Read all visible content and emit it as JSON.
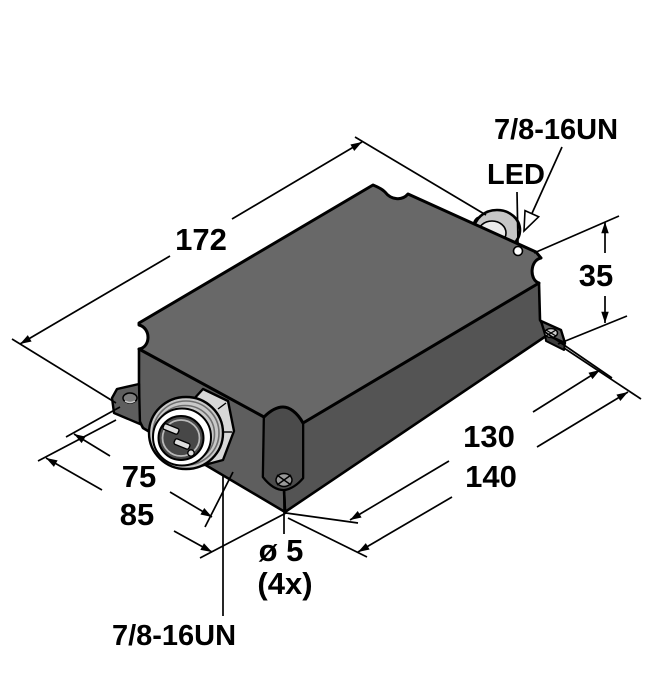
{
  "drawing": {
    "dimensions": {
      "length": "172",
      "height": "35",
      "hole_spacing_length": "130",
      "overall_length": "140",
      "hole_spacing_width": "75",
      "overall_width": "85"
    },
    "mounting_hole": {
      "diameter": "ø 5",
      "count": "(4x)"
    },
    "connector_top": {
      "thread_label": "7/8-16UN",
      "led_label": "LED"
    },
    "connector_bottom": {
      "thread_label": "7/8-16UN"
    },
    "colors": {
      "background": "#ffffff",
      "outline": "#000000",
      "body_top_face": "#686868",
      "body_end_face": "#5e5e5e",
      "body_side_face": "#545454",
      "channel_face": "#4b4b4b",
      "connector_metal": "#c9c9c9",
      "connector_face": "#ffffff",
      "led_dot": "#ffffff"
    }
  }
}
